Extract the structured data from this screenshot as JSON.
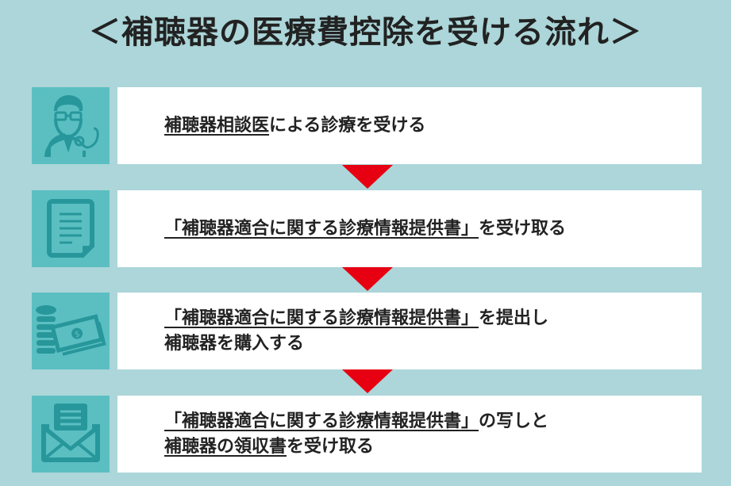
{
  "title": "＜補聴器の医療費控除を受ける流れ＞",
  "colors": {
    "background": "#acd6d9",
    "icon_box": "#5bbfc2",
    "icon": "#27979b",
    "arrow": "#e60012"
  },
  "steps": [
    {
      "icon": "doctor-icon",
      "lines": [
        [
          {
            "t": "補聴器相談医",
            "u": true
          },
          {
            "t": "による診療を受ける",
            "u": false
          }
        ]
      ]
    },
    {
      "icon": "document-icon",
      "lines": [
        [
          {
            "t": "「補聴器適合に関する診療情報提供書」",
            "u": true
          },
          {
            "t": "を受け取る",
            "u": false
          }
        ]
      ]
    },
    {
      "icon": "money-icon",
      "lines": [
        [
          {
            "t": "「補聴器適合に関する診療情報提供書」",
            "u": true
          },
          {
            "t": "を提出し",
            "u": false
          }
        ],
        [
          {
            "t": "補聴器を購入する",
            "u": false
          }
        ]
      ]
    },
    {
      "icon": "envelope-icon",
      "lines": [
        [
          {
            "t": "「補聴器適合に関する診療情報提供書」",
            "u": true
          },
          {
            "t": "の写しと",
            "u": false
          }
        ],
        [
          {
            "t": "補聴器の領収書",
            "u": true
          },
          {
            "t": "を受け取る",
            "u": false
          }
        ]
      ]
    }
  ]
}
